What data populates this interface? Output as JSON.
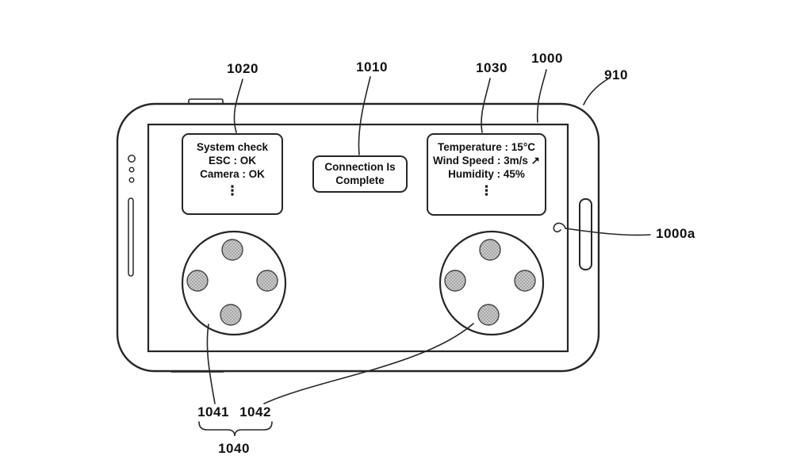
{
  "figure": {
    "colors": {
      "background": "#ffffff",
      "ink": "#262626",
      "pad_fill": "#cccccc",
      "pad_dot": "#707070"
    }
  },
  "refs": {
    "r1020": "1020",
    "r1010": "1010",
    "r1030": "1030",
    "r1000": "1000",
    "r910": "910",
    "r1000a": "1000a",
    "r1041": "1041",
    "r1042": "1042",
    "r1040": "1040"
  },
  "panels": {
    "system_check": {
      "lines": [
        "System check",
        "ESC : OK",
        "Camera : OK"
      ],
      "ellipsis": "⋮"
    },
    "connection": {
      "lines": [
        "Connection Is",
        "Complete"
      ]
    },
    "telemetry": {
      "lines": [
        "Temperature : 15°C",
        "Wind Speed : 3m/s ↗",
        "Humidity : 45%"
      ],
      "ellipsis": "⋮"
    }
  }
}
